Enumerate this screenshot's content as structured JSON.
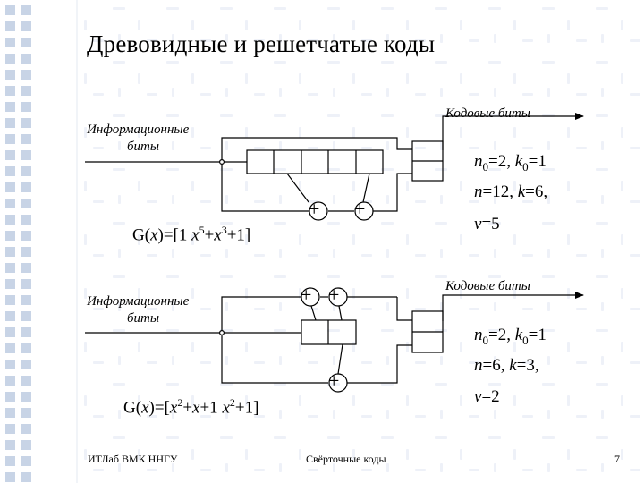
{
  "slide": {
    "title": "Древовидные и решетчатые коды",
    "footer_left": "ИТЛаб ВМК ННГУ",
    "footer_center": "Свёрточные коды",
    "page_number": "7"
  },
  "theme": {
    "sidebar_square_color": "#c8d4e6",
    "stripe_color": "#eef1f8",
    "diagram_color": "#000000"
  },
  "diagram1": {
    "input_label_line1": "Информационные",
    "input_label_line2": "биты",
    "output_label": "Кодовые биты",
    "polynomial": {
      "prefix": "G(",
      "var": "x",
      "mid": ")=[1 ",
      "t1": "x",
      "e1": "5",
      "plus": "+",
      "t2": "x",
      "e2": "3",
      "suffix": "+1]"
    },
    "params_line1": {
      "a": "n",
      "a_sub": "0",
      "b": "=2, ",
      "c": "k",
      "c_sub": "0",
      "d": "=1"
    },
    "params_line2": {
      "a": "n",
      "b": "=12, ",
      "c": "k",
      "d": "=6,"
    },
    "params_line3": {
      "a": "ν",
      "b": "=5"
    },
    "adder_symbol": "+"
  },
  "diagram2": {
    "input_label_line1": "Информационные",
    "input_label_line2": "биты",
    "output_label": "Кодовые биты",
    "polynomial": {
      "prefix": "G(",
      "var": "x",
      "mid": ")=[",
      "t1": "x",
      "e1": "2",
      "p1": "+",
      "t2": "x",
      "p2": "+1 ",
      "t3": "x",
      "e3": "2",
      "suffix": "+1]"
    },
    "params_line1": {
      "a": "n",
      "a_sub": "0",
      "b": "=2, ",
      "c": "k",
      "c_sub": "0",
      "d": "=1"
    },
    "params_line2": {
      "a": "n",
      "b": "=6, ",
      "c": "k",
      "d": "=3,"
    },
    "params_line3": {
      "a": "ν",
      "b": "=2"
    },
    "adder_symbol": "+"
  }
}
